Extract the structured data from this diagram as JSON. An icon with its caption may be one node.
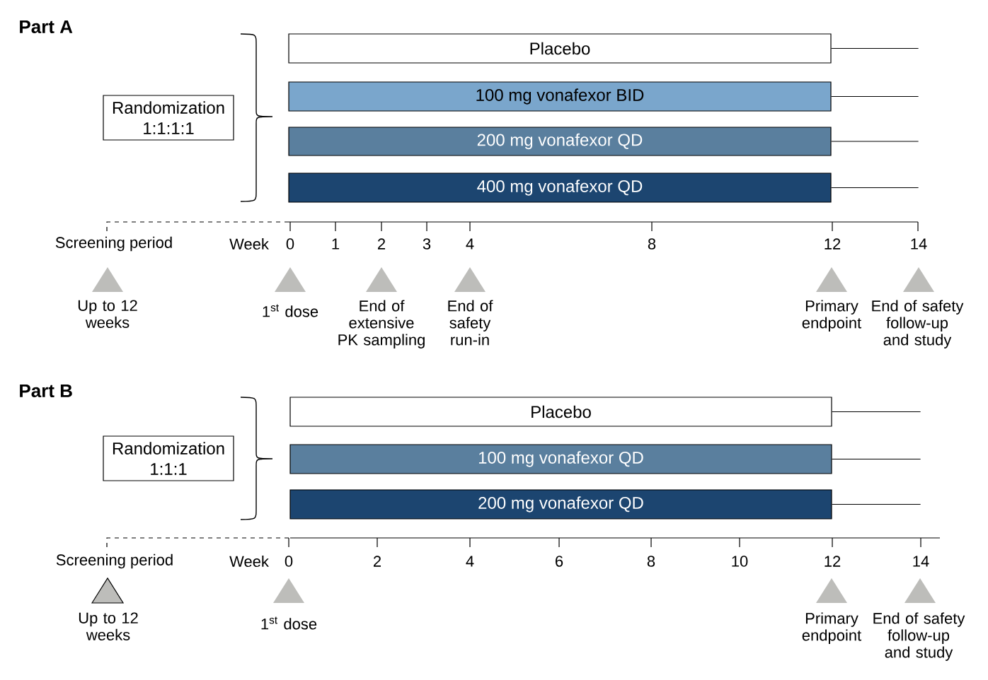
{
  "diagram": {
    "nodes": [
      {
        "text": [
          "Randomization 1:1:1:1"
        ]
      },
      {
        "text": [
          "Placebo"
        ]
      },
      {
        "text": [
          "100 mg vonafexor BID"
        ]
      },
      {
        "text": [
          "200 mg vonafexor QD"
        ]
      },
      {
        "text": [
          "400 mg vonafexor QD"
        ]
      },
      {
        "text": [
          "Randomization 1:1:1"
        ]
      },
      {
        "text": [
          "Placebo"
        ]
      },
      {
        "text": [
          "100 mg vonafexor QD"
        ]
      },
      {
        "text": [
          "200 mg vonafexor QD"
        ]
      }
    ],
    "edges": [
      {
        "from": 1,
        "to": null,
        "arrow": "none"
      },
      {
        "from": 2,
        "to": null,
        "arrow": "none"
      },
      {
        "from": 3,
        "to": null,
        "arrow": "none"
      },
      {
        "from": 4,
        "to": null,
        "arrow": "none"
      },
      {
        "from": 6,
        "to": null,
        "arrow": "none"
      },
      {
        "from": 7,
        "to": null,
        "arrow": "none"
      },
      {
        "from": 8,
        "to": null,
        "arrow": "none"
      }
    ],
    "labels": [
      "Part A",
      "Screening period",
      "Week",
      "0",
      "1",
      "2",
      "3",
      "4",
      "8",
      "12",
      "14",
      "Up to 12 weeks",
      "1$^{st}$ dose",
      "End of extensive PK sampling",
      "End of safety run-in",
      "Primary endpoint",
      "End of safety follow-up and study",
      "Part B",
      "Screening period",
      "Week",
      "0",
      "2",
      "4",
      "6",
      "8",
      "10",
      "12",
      "14",
      "Up to 12 weeks",
      "1$^{st}$ dose",
      "Primary endpoint",
      "End of safety follow-up and study"
    ]
  }
}
